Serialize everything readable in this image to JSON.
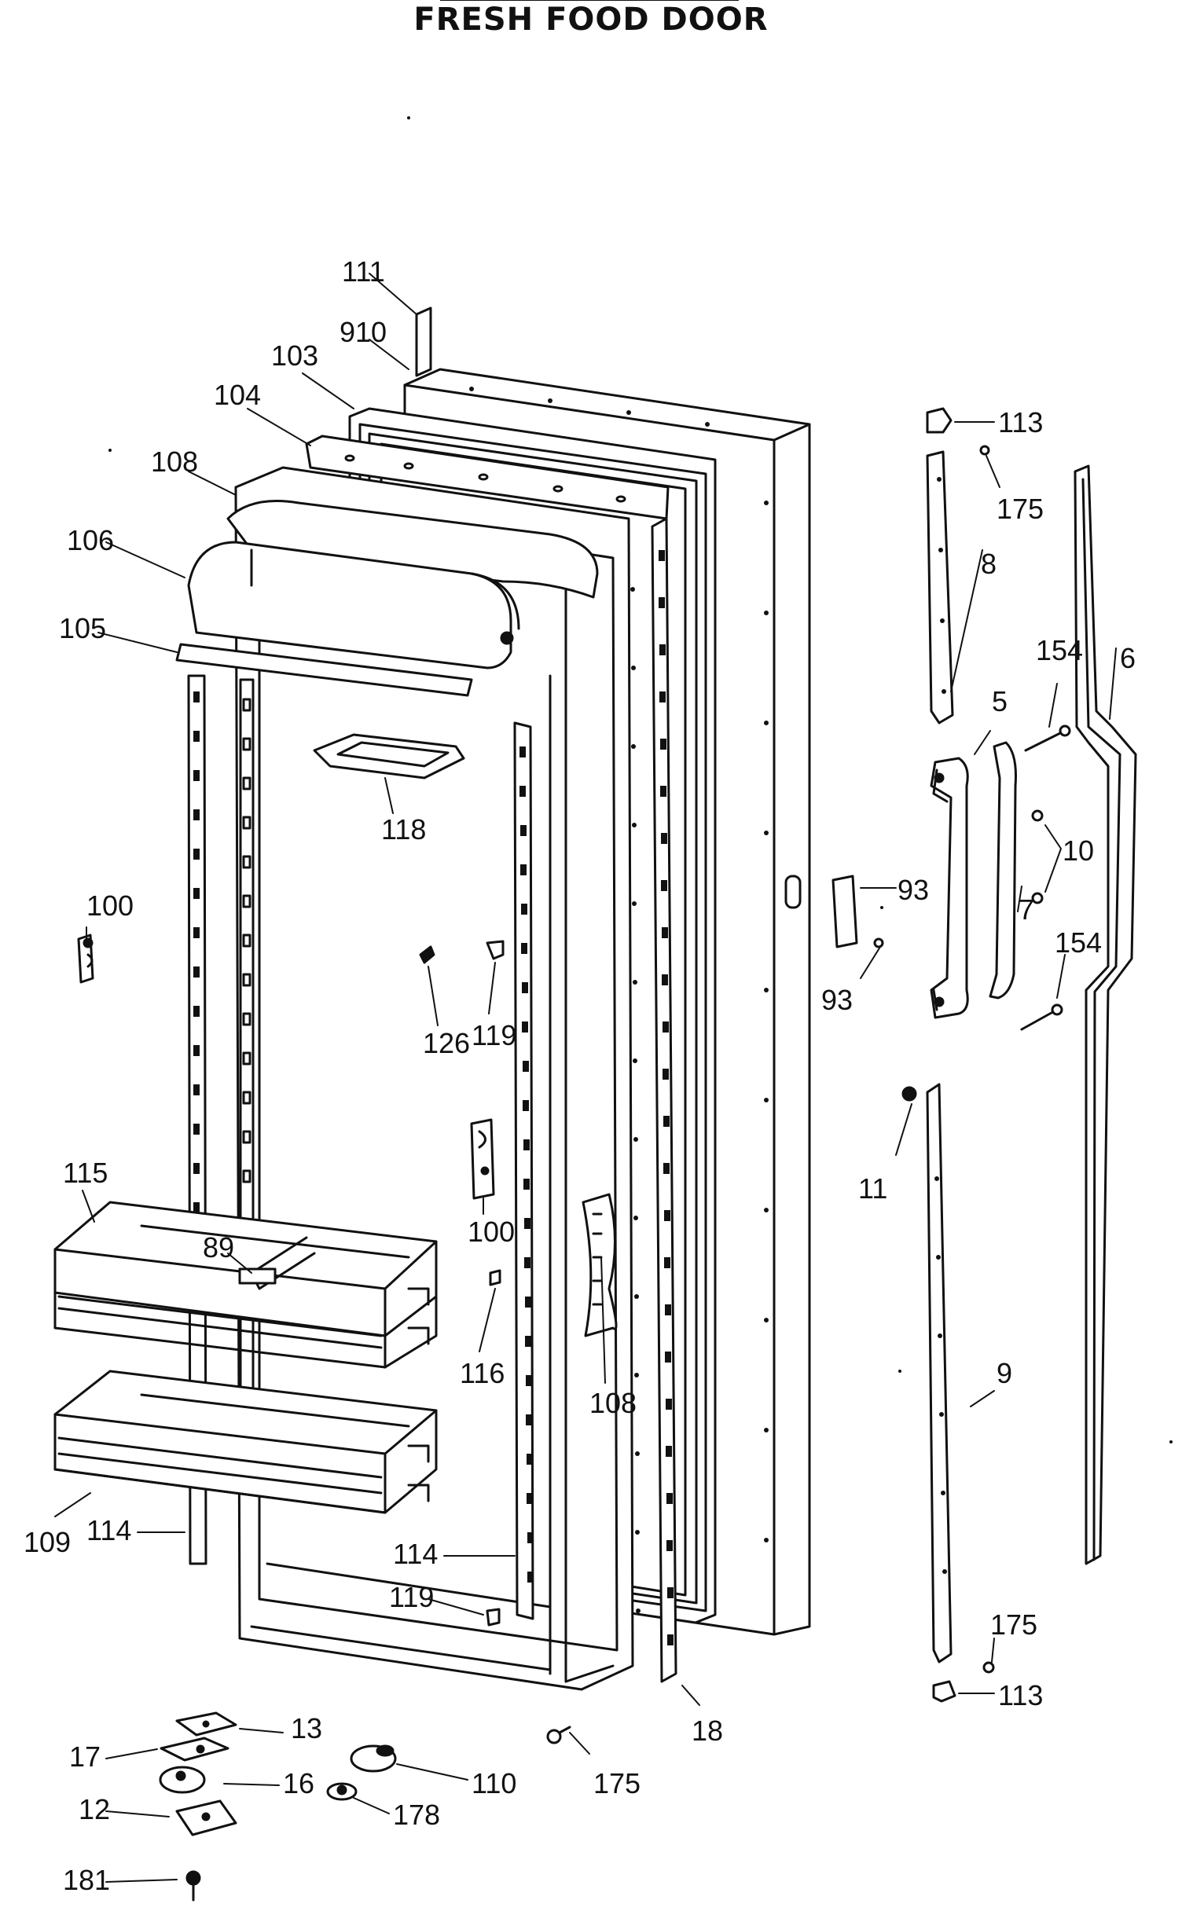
{
  "page": {
    "title": "FRESH FOOD DOOR"
  },
  "callouts": [
    {
      "id": "c111a",
      "text": "111"
    },
    {
      "id": "c910",
      "text": "910"
    },
    {
      "id": "c103",
      "text": "103"
    },
    {
      "id": "c104",
      "text": "104"
    },
    {
      "id": "c108a",
      "text": "108"
    },
    {
      "id": "c106",
      "text": "106"
    },
    {
      "id": "c105",
      "text": "105"
    },
    {
      "id": "c118",
      "text": "118"
    },
    {
      "id": "c100a",
      "text": "100"
    },
    {
      "id": "c126",
      "text": "126"
    },
    {
      "id": "c119a",
      "text": "119"
    },
    {
      "id": "c115",
      "text": "115"
    },
    {
      "id": "c89",
      "text": "89"
    },
    {
      "id": "c100b",
      "text": "100"
    },
    {
      "id": "c116",
      "text": "116"
    },
    {
      "id": "c108b",
      "text": "108"
    },
    {
      "id": "c109",
      "text": "109"
    },
    {
      "id": "c114a",
      "text": "114"
    },
    {
      "id": "c114b",
      "text": "114"
    },
    {
      "id": "c119b",
      "text": "119"
    },
    {
      "id": "c13",
      "text": "13"
    },
    {
      "id": "c17",
      "text": "17"
    },
    {
      "id": "c16",
      "text": "16"
    },
    {
      "id": "c12",
      "text": "12"
    },
    {
      "id": "c181",
      "text": "181"
    },
    {
      "id": "c110",
      "text": "110"
    },
    {
      "id": "c178",
      "text": "178"
    },
    {
      "id": "c175a",
      "text": "175"
    },
    {
      "id": "c18",
      "text": "18"
    },
    {
      "id": "c113a",
      "text": "113"
    },
    {
      "id": "c175b",
      "text": "175"
    },
    {
      "id": "c8",
      "text": "8"
    },
    {
      "id": "c6",
      "text": "6"
    },
    {
      "id": "c154a",
      "text": "154"
    },
    {
      "id": "c5",
      "text": "5"
    },
    {
      "id": "c10",
      "text": "10"
    },
    {
      "id": "c93a",
      "text": "93"
    },
    {
      "id": "c93b",
      "text": "93"
    },
    {
      "id": "c7",
      "text": "7"
    },
    {
      "id": "c154b",
      "text": "154"
    },
    {
      "id": "c11",
      "text": "11"
    },
    {
      "id": "c9",
      "text": "9"
    },
    {
      "id": "c175c",
      "text": "175"
    },
    {
      "id": "c113b",
      "text": "113"
    }
  ]
}
